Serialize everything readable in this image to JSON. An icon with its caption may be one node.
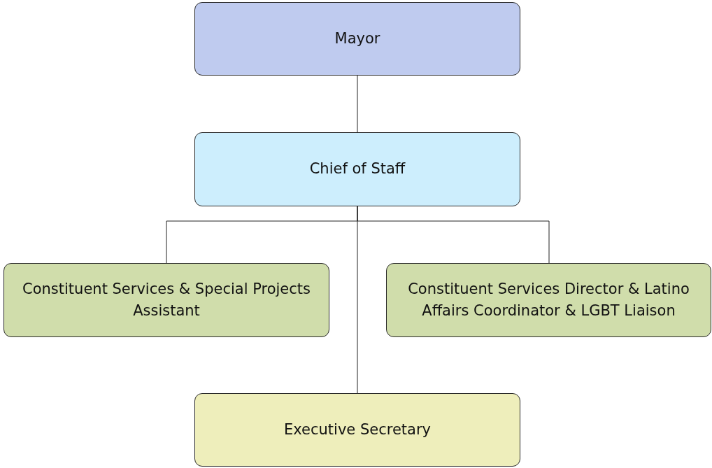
{
  "diagram": {
    "nodes": [
      {
        "text": [
          "Mayor"
        ]
      },
      {
        "text": [
          "Chief of Staff"
        ]
      },
      {
        "text": [
          "Constituent Services & Special Projects Assistant"
        ]
      },
      {
        "text": [
          "Constituent Services Director & Latino Affairs Coordinator & LGBT Liaison"
        ]
      },
      {
        "text": [
          "Executive Secretary"
        ]
      }
    ],
    "edges": [
      {
        "from": 0,
        "to": 1,
        "arrow": "none"
      },
      {
        "from": 1,
        "to": 2,
        "arrow": "none"
      },
      {
        "from": 1,
        "to": 3,
        "arrow": "none"
      },
      {
        "from": 1,
        "to": 4,
        "arrow": "none"
      }
    ]
  }
}
